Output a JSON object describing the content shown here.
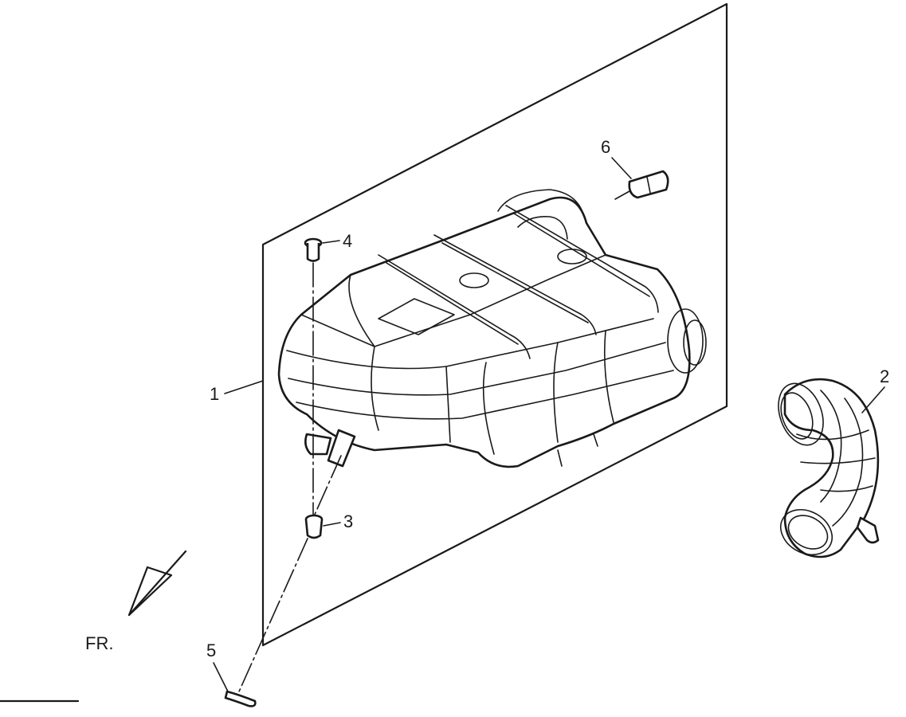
{
  "callouts": [
    {
      "id": "1",
      "label": "1"
    },
    {
      "id": "2",
      "label": "2"
    },
    {
      "id": "3",
      "label": "3"
    },
    {
      "id": "4",
      "label": "4"
    },
    {
      "id": "5",
      "label": "5"
    },
    {
      "id": "6",
      "label": "6"
    }
  ],
  "direction_indicator": {
    "label": "FR."
  },
  "colors": {
    "line": "#1a1a1a",
    "background": "#ffffff"
  }
}
